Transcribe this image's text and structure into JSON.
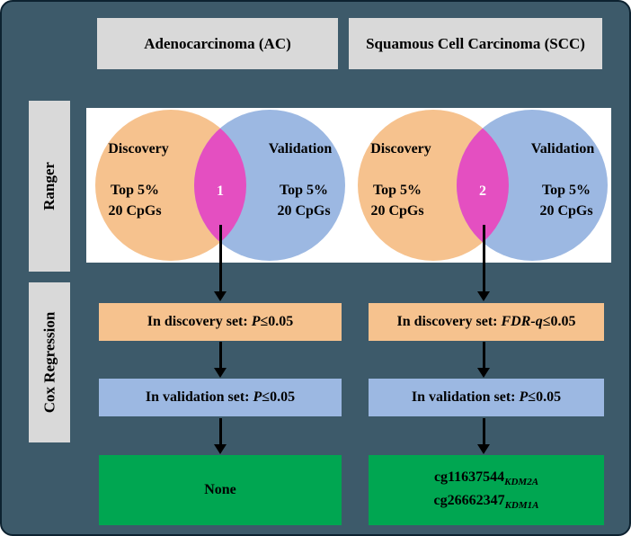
{
  "colors": {
    "bg": "#3d5a6a",
    "gray": "#d9d9d9",
    "panel-white": "#ffffff",
    "circle-orange": "#f6c28e",
    "circle-blue": "#9cb8e2",
    "overlap-pink": "#e44fc1",
    "box-orange": "#f6c28e",
    "box-blue": "#9cb8e2",
    "box-green": "#00a651",
    "arrow": "#000000",
    "text": "#000000"
  },
  "headers": {
    "ac": "Adenocarcinoma (AC)",
    "scc": "Squamous Cell Carcinoma (SCC)"
  },
  "side_labels": {
    "ranger": "Ranger",
    "cox": "Cox Regression"
  },
  "venn_ac": {
    "discovery_title": "Discovery",
    "discovery_line1": "Top 5%",
    "discovery_line2": "20 CpGs",
    "validation_title": "Validation",
    "validation_line1": "Top 5%",
    "validation_line2": "20 CpGs",
    "overlap_count": "1"
  },
  "venn_scc": {
    "discovery_title": "Discovery",
    "discovery_line1": "Top 5%",
    "discovery_line2": "20 CpGs",
    "validation_title": "Validation",
    "validation_line1": "Top 5%",
    "validation_line2": "20 CpGs",
    "overlap_count": "2"
  },
  "flow_ac": {
    "discovery_box": {
      "prefix": "In discovery set:",
      "stat": "P",
      "suffix": " ≤0.05"
    },
    "validation_box": {
      "prefix": "In validation set:",
      "stat": "P",
      "suffix": " ≤0.05"
    },
    "result": "None"
  },
  "flow_scc": {
    "discovery_box": {
      "prefix": "In discovery set:",
      "stat": "FDR-q",
      "suffix": " ≤0.05"
    },
    "validation_box": {
      "prefix": "In validation set:",
      "stat": "P",
      "suffix": " ≤0.05"
    },
    "result_line1": {
      "cpg": "cg11637544",
      "gene": "KDM2A"
    },
    "result_line2": {
      "cpg": "cg26662347",
      "gene": "KDM1A"
    }
  }
}
